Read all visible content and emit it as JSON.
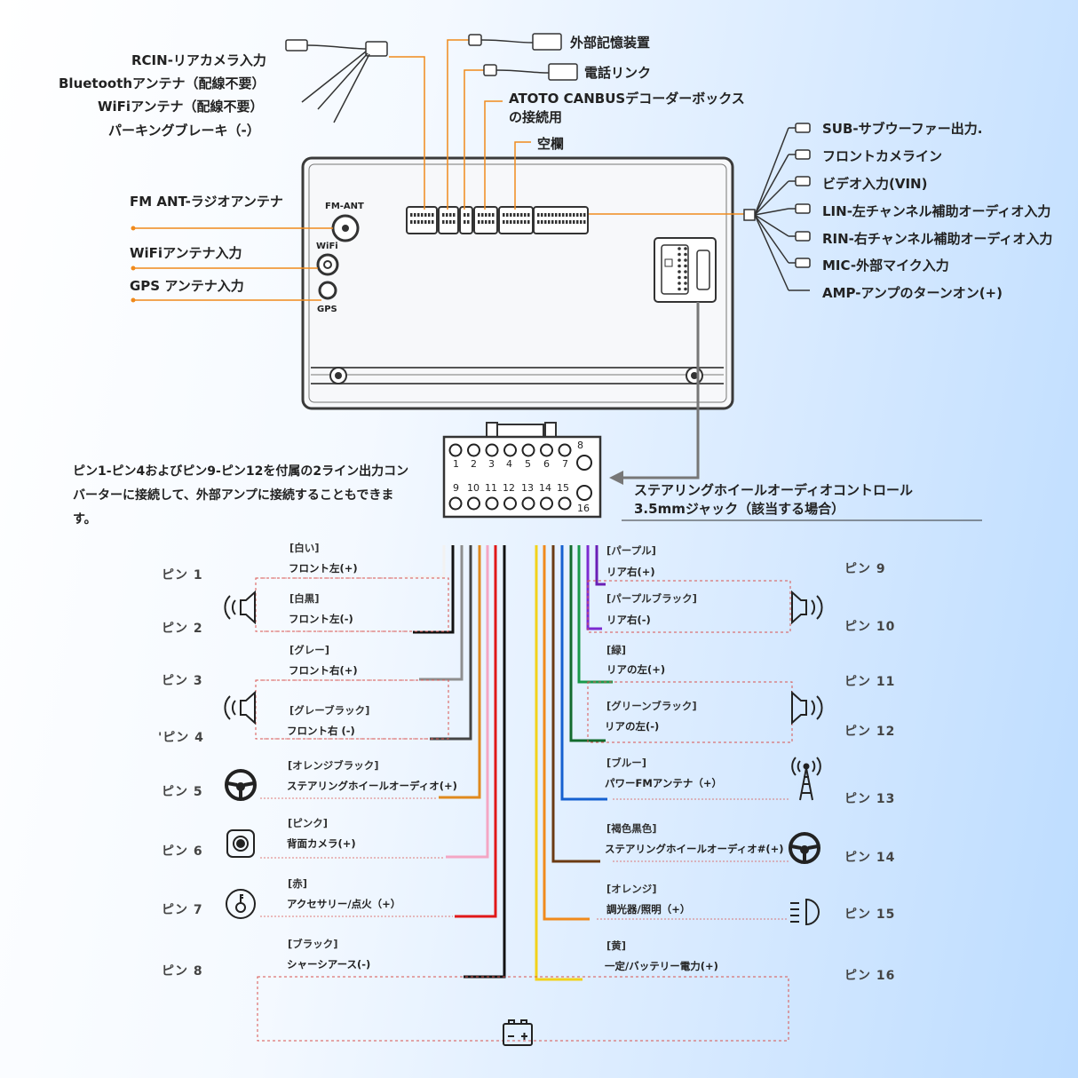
{
  "top_left_cables": [
    "RCIN-リアカメラ入力",
    "Bluetoothアンテナ（配線不要）",
    "WiFiアンテナ（配線不要）",
    "パーキングブレーキ（-）"
  ],
  "top_connectors": {
    "external_storage": "外部記憶装置",
    "phone_link": "電話リンク",
    "canbus_line1": "ATOTO CANBUSデコーダーボックス",
    "canbus_line2": "の接続用",
    "empty_slot": "空欄"
  },
  "right_rca": [
    "SUB-サブウーファー出力.",
    "フロントカメライン",
    "ビデオ入力(VIN)",
    "LIN-左チャンネル補助オーディオ入力",
    "RIN-右チャンネル補助オーディオ入力",
    "MIC-外部マイク入力",
    "AMP-アンプのターンオン(+)"
  ],
  "antenna_inputs": {
    "fm": "FM ANT-ラジオアンテナ",
    "wifi": "WiFiアンテナ入力",
    "gps": "GPS アンテナ入力"
  },
  "unit_labels": {
    "fm_port": "FM-ANT",
    "wifi_port": "WiFi",
    "gps_port": "GPS"
  },
  "converter_note": "ピン1-ピン4およびピン9-ピン12を付属の2ライン出力コンバーターに接続して、外部アンプに接続することもできます。",
  "steering_jack": {
    "line1": "ステアリングホイールオーディオコントロール",
    "line2": "3.5mmジャック（該当する場合）"
  },
  "connector_pins": {
    "top_row": [
      "1",
      "2",
      "3",
      "4",
      "5",
      "6",
      "7"
    ],
    "top_extra": "8",
    "bottom_row": [
      "9",
      "10",
      "11",
      "12",
      "13",
      "14",
      "15"
    ],
    "bottom_extra": "16"
  },
  "pins_left": [
    {
      "pin": "ピン 1",
      "color_name": "[白い]",
      "desc": "フロント左(+)",
      "wire_color": "#f2f2f2"
    },
    {
      "pin": "ピン 2",
      "color_name": "[白黒]",
      "desc": "フロント左(-)",
      "wire_color": "#111111"
    },
    {
      "pin": "ピン 3",
      "color_name": "[グレー]",
      "desc": "フロント右(+)",
      "wire_color": "#8e8e8e"
    },
    {
      "pin": "'ピン 4",
      "color_name": "[グレーブラック]",
      "desc": "フロント右 (-)",
      "wire_color": "#444444"
    },
    {
      "pin": "ピン 5",
      "color_name": "[オレンジブラック]",
      "desc": "ステアリングホイールオーディオ(+)",
      "wire_color": "#e08a1e"
    },
    {
      "pin": "ピン 6",
      "color_name": "[ピンク]",
      "desc": "背面カメラ(+)",
      "wire_color": "#f4a6c4"
    },
    {
      "pin": "ピン 7",
      "color_name": "[赤]",
      "desc": "アクセサリー/点火（+）",
      "wire_color": "#e01818"
    },
    {
      "pin": "ピン 8",
      "color_name": "[ブラック]",
      "desc": "シャーシアース(-)",
      "wire_color": "#111111"
    }
  ],
  "pins_right": [
    {
      "pin": "ピン 9",
      "color_name": "[パープル]",
      "desc": "リア右(+)",
      "wire_color": "#6a1fb5"
    },
    {
      "pin": "ピン 10",
      "color_name": "[パープルブラック]",
      "desc": "リア右(-)",
      "wire_color": "#7c2ad0"
    },
    {
      "pin": "ピン 11",
      "color_name": "[緑]",
      "desc": "リアの左(+)",
      "wire_color": "#1a9a4a"
    },
    {
      "pin": "ピン 12",
      "color_name": "[グリーンブラック]",
      "desc": "リアの左(-)",
      "wire_color": "#136b2e"
    },
    {
      "pin": "ピン 13",
      "color_name": "[ブルー]",
      "desc": "パワーFMアンテナ（+）",
      "wire_color": "#1560d0"
    },
    {
      "pin": "ピン 14",
      "color_name": "[褐色黒色]",
      "desc": "ステアリングホイールオーディオ#(+)",
      "wire_color": "#6b3a12"
    },
    {
      "pin": "ピン 15",
      "color_name": "[オレンジ]",
      "desc": "調光器/照明（+）",
      "wire_color": "#f08a1c"
    },
    {
      "pin": "ピン 16",
      "color_name": "[黄]",
      "desc": "一定/バッテリー電力(+)",
      "wire_color": "#f2d21a"
    }
  ],
  "icons": {
    "speaker": "speaker-icon",
    "steering": "steering-wheel-icon",
    "camera": "camera-icon",
    "ignition": "ignition-key-icon",
    "antenna": "radio-antenna-icon",
    "light": "headlight-icon",
    "battery": "battery-icon"
  },
  "colors": {
    "leader_orange": "#f08a1c",
    "outline": "#444444",
    "dashed_red": "#d9534f"
  }
}
